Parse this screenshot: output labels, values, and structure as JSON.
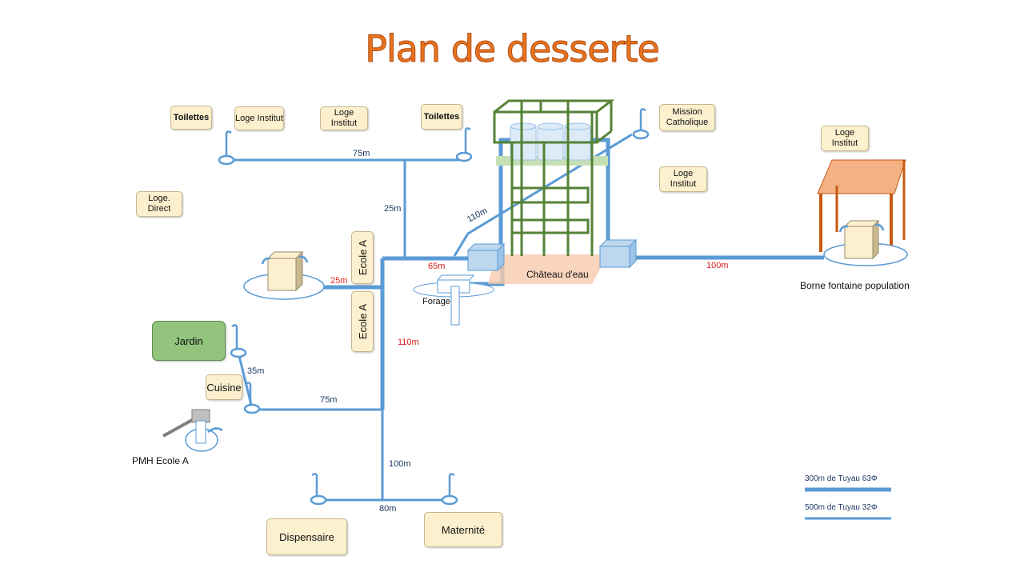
{
  "title": "Plan de desserte",
  "buildings": {
    "toilettes_1": "Toilettes",
    "loge_institut_1": "Loge Institut",
    "loge_institut_2": "Loge Institut",
    "toilettes_2": "Toilettes",
    "mission_catholique": "Mission Catholique",
    "loge_institut_3": "Loge Institut",
    "loge_institut_4": "Loge Institut",
    "loge_direct": "Loge. Direct",
    "ecole_a_1": "Ecole A",
    "ecole_a_2": "Ecole A",
    "jardin": "Jardin",
    "cuisine": "Cuisine",
    "dispensaire": "Dispensaire",
    "maternite": "Maternité"
  },
  "place_labels": {
    "chateau_deau": "Château d'eau",
    "forage": "Forage",
    "borne_fontaine": "Borne fontaine population",
    "pmh_ecole": "PMH Ecole A"
  },
  "pipe_lengths": {
    "top_75m": "75m",
    "vert_25m": "25m",
    "diag_110m": "110m",
    "red_65m": "65m",
    "red_25m": "25m",
    "red_110m": "110m",
    "right_100m": "100m",
    "jardin_35m": "35m",
    "cuisine_75m": "75m",
    "vert_100m": "100m",
    "bottom_80m": "80m"
  },
  "legend": {
    "thick": "300m de  Tuyau 63Φ",
    "thin": "500m de Tuyau 32Φ"
  },
  "colors": {
    "title": "#e8741e",
    "pipe": "#5b9bd5",
    "tower": "#548235",
    "roof": "#f4b183",
    "box_fill": "#fdf0cf",
    "jardin": "#92c47d",
    "red_label": "#e02020"
  }
}
